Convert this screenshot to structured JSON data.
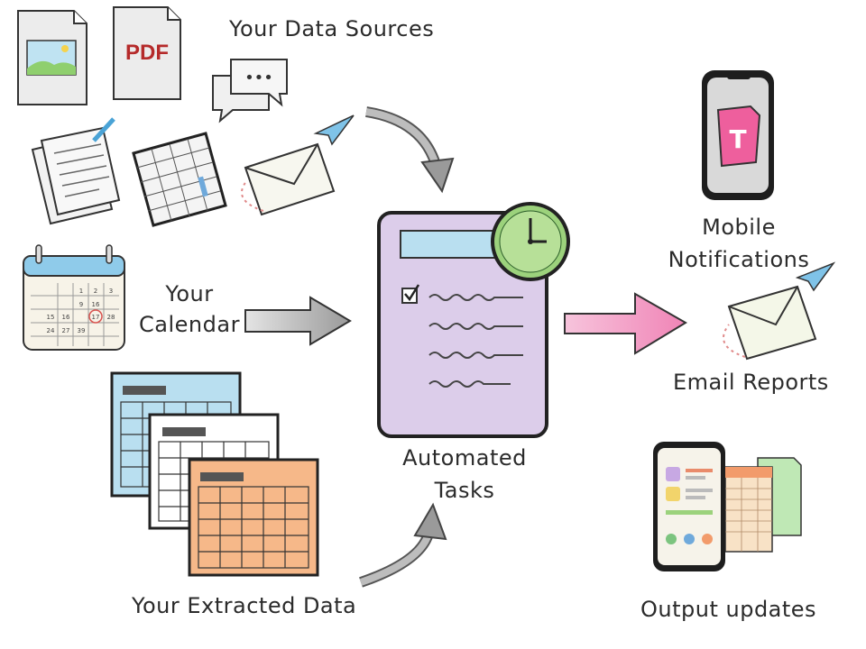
{
  "labels": {
    "data_sources": "Your Data Sources",
    "calendar_line1": "Your",
    "calendar_line2": "Calendar",
    "extracted_data": "Your Extracted Data",
    "automated_line1": "Automated",
    "automated_line2": "Tasks",
    "mobile_line1": "Mobile",
    "mobile_line2": "Notifications",
    "email_reports": "Email Reports",
    "output_updates": "Output updates"
  },
  "icons": {
    "pdf_text": "PDF",
    "chat_text": "•••",
    "phone_letter": "T",
    "calendar_days": [
      "1",
      "2",
      "3",
      "9",
      "16",
      "17",
      "28",
      "15",
      "16",
      "24",
      "27",
      "39"
    ]
  },
  "colors": {
    "task_purple": "#dccdea",
    "accent_pink": "#f29ac3",
    "sky_blue": "#b9dff0",
    "orange_sheet": "#f6b889",
    "clock_green": "#9cd27c"
  }
}
